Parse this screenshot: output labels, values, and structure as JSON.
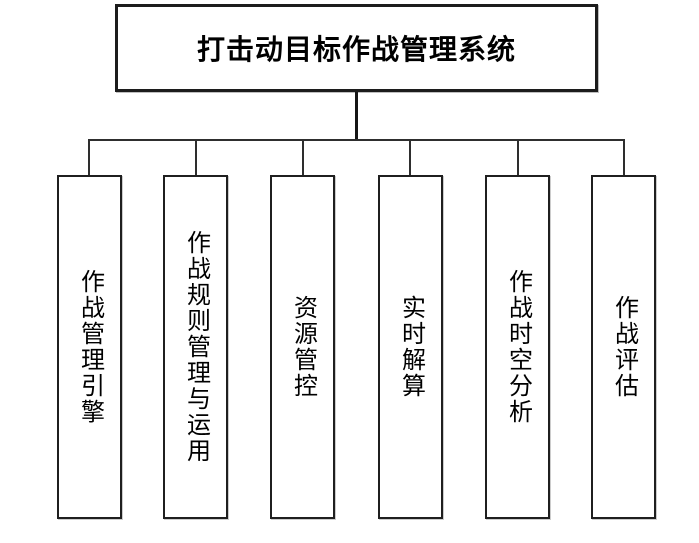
{
  "diagram": {
    "type": "hierarchy-org-chart",
    "root": {
      "label": "打击动目标作战管理系统"
    },
    "children": [
      {
        "label": "作战管理引擎"
      },
      {
        "label": "作战规则管理与运用"
      },
      {
        "label": "资源管控"
      },
      {
        "label": "实时解算"
      },
      {
        "label": "作战时空分析"
      },
      {
        "label": "作战评估"
      }
    ],
    "colors": {
      "background": "#ffffff",
      "box_border": "#1f1f1f",
      "connector_line": "#2e2e2e",
      "text": "#000000"
    }
  }
}
